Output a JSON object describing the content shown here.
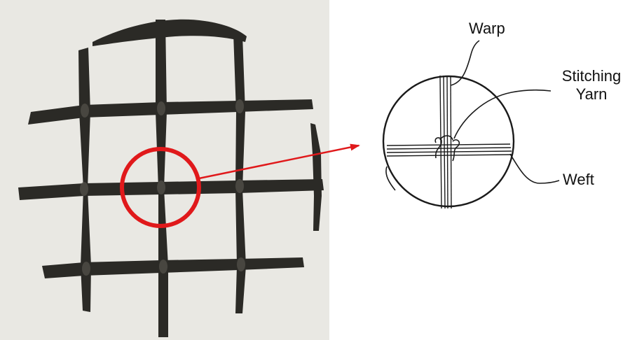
{
  "labels": {
    "warp": "Warp",
    "stitching_line1": "Stitching",
    "stitching_line2": "Yarn",
    "weft": "Weft"
  },
  "colors": {
    "photo_background": "#e9e8e3",
    "grid_yarn": "#2b2a26",
    "highlight_circle": "#e0191b",
    "pointer_arrow": "#e0191b",
    "line_drawing": "#1a1a1a"
  },
  "icons": {
    "photo": "geogrid-mesh-photo",
    "detail": "junction-detail-drawing",
    "pointer": "arrow-right"
  }
}
